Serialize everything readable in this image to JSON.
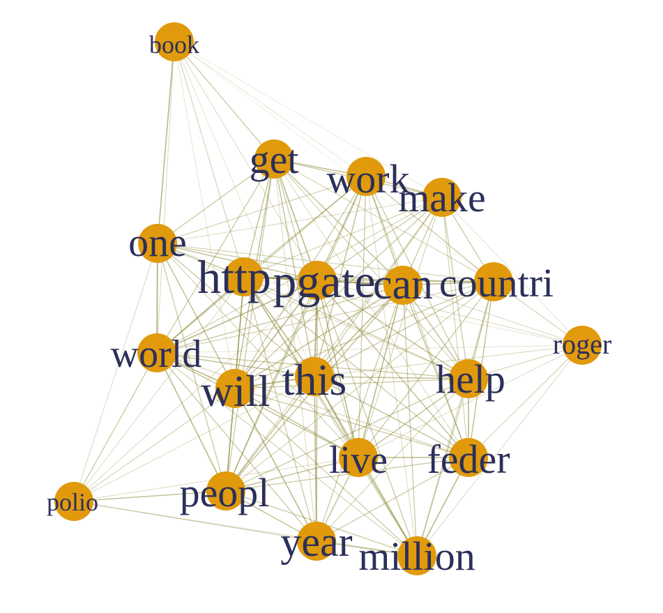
{
  "graph": {
    "colors": {
      "node": "#E09A0C",
      "edge": "#8E8B3A",
      "label": "#2B2F5A",
      "background": "#FFFFFF"
    },
    "nodes": [
      {
        "id": "book",
        "label": "book",
        "label_size": 36
      },
      {
        "id": "get",
        "label": "get",
        "label_size": 58
      },
      {
        "id": "work",
        "label": "work",
        "label_size": 58
      },
      {
        "id": "make",
        "label": "make",
        "label_size": 58
      },
      {
        "id": "one",
        "label": "one",
        "label_size": 58
      },
      {
        "id": "http",
        "label": "http",
        "label_size": 68
      },
      {
        "id": "pgate",
        "label": "pgate",
        "label_size": 68
      },
      {
        "id": "can",
        "label": "can",
        "label_size": 62
      },
      {
        "id": "countri",
        "label": "countri",
        "label_size": 58
      },
      {
        "id": "world",
        "label": "world",
        "label_size": 56
      },
      {
        "id": "roger",
        "label": "roger",
        "label_size": 40
      },
      {
        "id": "will",
        "label": "will",
        "label_size": 64
      },
      {
        "id": "this",
        "label": "this",
        "label_size": 64
      },
      {
        "id": "help",
        "label": "help",
        "label_size": 58
      },
      {
        "id": "live",
        "label": "live",
        "label_size": 56
      },
      {
        "id": "feder",
        "label": "feder",
        "label_size": 58
      },
      {
        "id": "peopl",
        "label": "peopl",
        "label_size": 58
      },
      {
        "id": "polio",
        "label": "polio",
        "label_size": 36
      },
      {
        "id": "year",
        "label": "year",
        "label_size": 60
      },
      {
        "id": "million",
        "label": "million",
        "label_size": 58
      }
    ],
    "edges": [
      [
        "book",
        "get",
        0.5
      ],
      [
        "book",
        "one",
        0.7
      ],
      [
        "book",
        "http",
        0.4
      ],
      [
        "book",
        "pgate",
        0.3
      ],
      [
        "book",
        "work",
        0.2
      ],
      [
        "book",
        "make",
        0.15
      ],
      [
        "book",
        "world",
        0.3
      ],
      [
        "book",
        "countri",
        0.1
      ],
      [
        "book",
        "will",
        0.2
      ],
      [
        "book",
        "this",
        0.2
      ],
      [
        "get",
        "work",
        0.6
      ],
      [
        "get",
        "make",
        0.5
      ],
      [
        "get",
        "one",
        0.5
      ],
      [
        "get",
        "http",
        0.6
      ],
      [
        "get",
        "pgate",
        0.7
      ],
      [
        "get",
        "can",
        0.6
      ],
      [
        "get",
        "countri",
        0.4
      ],
      [
        "get",
        "world",
        0.5
      ],
      [
        "get",
        "will",
        0.6
      ],
      [
        "get",
        "this",
        0.6
      ],
      [
        "get",
        "help",
        0.4
      ],
      [
        "get",
        "live",
        0.5
      ],
      [
        "get",
        "peopl",
        0.5
      ],
      [
        "get",
        "year",
        0.3
      ],
      [
        "get",
        "feder",
        0.3
      ],
      [
        "work",
        "make",
        0.6
      ],
      [
        "work",
        "http",
        0.5
      ],
      [
        "work",
        "pgate",
        0.6
      ],
      [
        "work",
        "can",
        0.6
      ],
      [
        "work",
        "countri",
        0.5
      ],
      [
        "work",
        "world",
        0.5
      ],
      [
        "work",
        "will",
        0.5
      ],
      [
        "work",
        "this",
        0.6
      ],
      [
        "work",
        "help",
        0.5
      ],
      [
        "work",
        "live",
        0.5
      ],
      [
        "work",
        "peopl",
        0.5
      ],
      [
        "work",
        "feder",
        0.4
      ],
      [
        "work",
        "million",
        0.3
      ],
      [
        "work",
        "one",
        0.4
      ],
      [
        "make",
        "can",
        0.5
      ],
      [
        "make",
        "pgate",
        0.5
      ],
      [
        "make",
        "http",
        0.4
      ],
      [
        "make",
        "countri",
        0.5
      ],
      [
        "make",
        "world",
        0.4
      ],
      [
        "make",
        "will",
        0.5
      ],
      [
        "make",
        "this",
        0.5
      ],
      [
        "make",
        "help",
        0.5
      ],
      [
        "make",
        "live",
        0.4
      ],
      [
        "make",
        "peopl",
        0.4
      ],
      [
        "make",
        "feder",
        0.4
      ],
      [
        "make",
        "roger",
        0.2
      ],
      [
        "make",
        "one",
        0.3
      ],
      [
        "one",
        "http",
        0.6
      ],
      [
        "one",
        "pgate",
        0.6
      ],
      [
        "one",
        "can",
        0.5
      ],
      [
        "one",
        "world",
        0.8
      ],
      [
        "one",
        "will",
        0.5
      ],
      [
        "one",
        "this",
        0.5
      ],
      [
        "one",
        "countri",
        0.4
      ],
      [
        "one",
        "peopl",
        0.5
      ],
      [
        "one",
        "polio",
        0.3
      ],
      [
        "one",
        "live",
        0.4
      ],
      [
        "one",
        "help",
        0.3
      ],
      [
        "one",
        "year",
        0.3
      ],
      [
        "http",
        "pgate",
        0.9
      ],
      [
        "http",
        "can",
        0.7
      ],
      [
        "http",
        "countri",
        0.5
      ],
      [
        "http",
        "world",
        0.7
      ],
      [
        "http",
        "will",
        0.7
      ],
      [
        "http",
        "this",
        0.7
      ],
      [
        "http",
        "help",
        0.5
      ],
      [
        "http",
        "live",
        0.6
      ],
      [
        "http",
        "peopl",
        0.6
      ],
      [
        "http",
        "feder",
        0.5
      ],
      [
        "http",
        "year",
        0.5
      ],
      [
        "http",
        "million",
        0.4
      ],
      [
        "http",
        "polio",
        0.3
      ],
      [
        "http",
        "roger",
        0.2
      ],
      [
        "pgate",
        "can",
        0.8
      ],
      [
        "pgate",
        "countri",
        0.6
      ],
      [
        "pgate",
        "world",
        0.7
      ],
      [
        "pgate",
        "will",
        0.7
      ],
      [
        "pgate",
        "this",
        0.8
      ],
      [
        "pgate",
        "help",
        0.6
      ],
      [
        "pgate",
        "live",
        0.7
      ],
      [
        "pgate",
        "peopl",
        0.6
      ],
      [
        "pgate",
        "feder",
        0.6
      ],
      [
        "pgate",
        "year",
        0.6
      ],
      [
        "pgate",
        "million",
        0.5
      ],
      [
        "pgate",
        "roger",
        0.3
      ],
      [
        "pgate",
        "polio",
        0.3
      ],
      [
        "can",
        "countri",
        0.7
      ],
      [
        "can",
        "world",
        0.5
      ],
      [
        "can",
        "will",
        0.6
      ],
      [
        "can",
        "this",
        0.7
      ],
      [
        "can",
        "help",
        0.6
      ],
      [
        "can",
        "live",
        0.7
      ],
      [
        "can",
        "peopl",
        0.6
      ],
      [
        "can",
        "feder",
        0.6
      ],
      [
        "can",
        "year",
        0.5
      ],
      [
        "can",
        "million",
        0.5
      ],
      [
        "can",
        "roger",
        0.3
      ],
      [
        "countri",
        "world",
        0.4
      ],
      [
        "countri",
        "will",
        0.5
      ],
      [
        "countri",
        "this",
        0.5
      ],
      [
        "countri",
        "help",
        0.6
      ],
      [
        "countri",
        "live",
        0.5
      ],
      [
        "countri",
        "feder",
        0.6
      ],
      [
        "countri",
        "roger",
        0.4
      ],
      [
        "countri",
        "million",
        0.4
      ],
      [
        "countri",
        "peopl",
        0.4
      ],
      [
        "world",
        "will",
        0.7
      ],
      [
        "world",
        "this",
        0.6
      ],
      [
        "world",
        "help",
        0.5
      ],
      [
        "world",
        "live",
        0.6
      ],
      [
        "world",
        "peopl",
        0.7
      ],
      [
        "world",
        "polio",
        0.5
      ],
      [
        "world",
        "year",
        0.5
      ],
      [
        "world",
        "million",
        0.4
      ],
      [
        "world",
        "feder",
        0.4
      ],
      [
        "world",
        "roger",
        0.2
      ],
      [
        "roger",
        "help",
        0.4
      ],
      [
        "roger",
        "feder",
        0.4
      ],
      [
        "roger",
        "live",
        0.3
      ],
      [
        "roger",
        "this",
        0.3
      ],
      [
        "roger",
        "million",
        0.3
      ],
      [
        "will",
        "this",
        0.8
      ],
      [
        "will",
        "help",
        0.5
      ],
      [
        "will",
        "live",
        0.6
      ],
      [
        "will",
        "peopl",
        0.7
      ],
      [
        "will",
        "year",
        0.6
      ],
      [
        "will",
        "million",
        0.5
      ],
      [
        "will",
        "feder",
        0.5
      ],
      [
        "will",
        "polio",
        0.4
      ],
      [
        "this",
        "help",
        0.6
      ],
      [
        "this",
        "live",
        0.7
      ],
      [
        "this",
        "peopl",
        0.6
      ],
      [
        "this",
        "feder",
        0.6
      ],
      [
        "this",
        "year",
        0.7
      ],
      [
        "this",
        "million",
        0.6
      ],
      [
        "this",
        "polio",
        0.3
      ],
      [
        "help",
        "live",
        0.6
      ],
      [
        "help",
        "feder",
        0.7
      ],
      [
        "help",
        "peopl",
        0.5
      ],
      [
        "help",
        "million",
        0.5
      ],
      [
        "help",
        "year",
        0.4
      ],
      [
        "live",
        "feder",
        0.7
      ],
      [
        "live",
        "peopl",
        0.6
      ],
      [
        "live",
        "year",
        0.6
      ],
      [
        "live",
        "million",
        0.7
      ],
      [
        "live",
        "polio",
        0.3
      ],
      [
        "feder",
        "peopl",
        0.5
      ],
      [
        "feder",
        "year",
        0.5
      ],
      [
        "feder",
        "million",
        0.7
      ],
      [
        "peopl",
        "polio",
        0.6
      ],
      [
        "peopl",
        "year",
        0.6
      ],
      [
        "peopl",
        "million",
        0.5
      ],
      [
        "polio",
        "year",
        0.4
      ],
      [
        "polio",
        "million",
        0.3
      ],
      [
        "year",
        "million",
        0.6
      ]
    ]
  }
}
